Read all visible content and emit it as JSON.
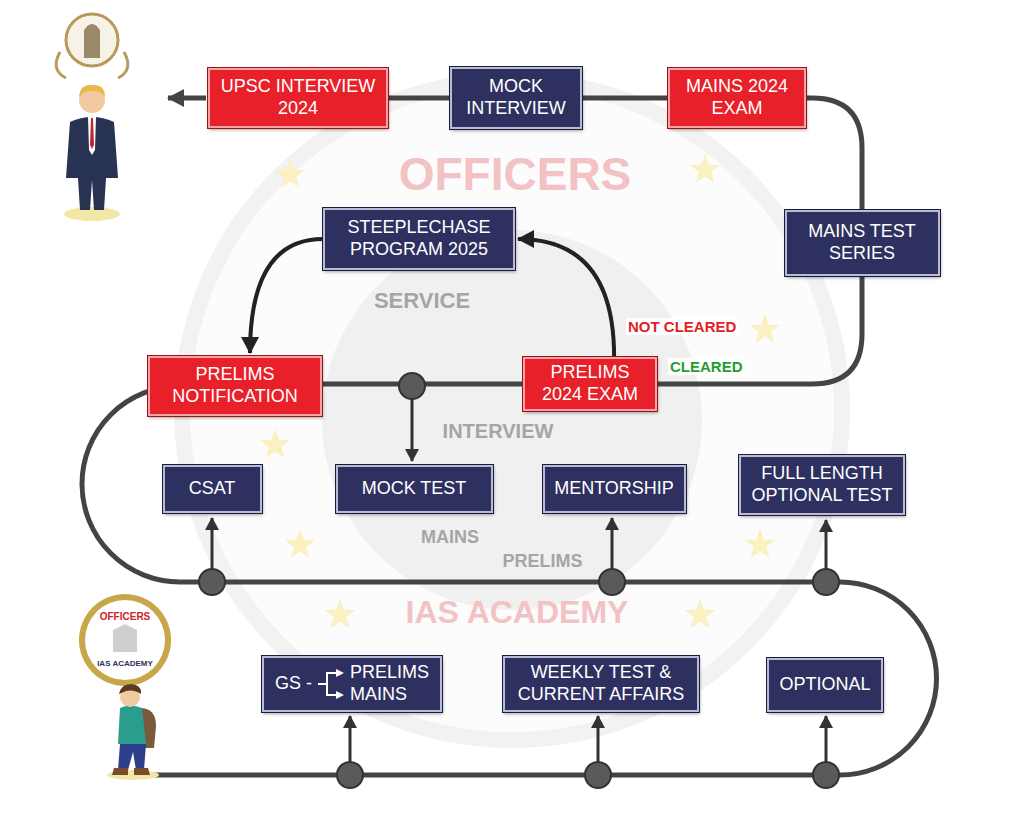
{
  "diagram": {
    "nodes": [
      {
        "text": [
          "UPSC INTERVIEW 2024"
        ]
      },
      {
        "text": [
          "MOCK INTERVIEW"
        ]
      },
      {
        "text": [
          "MAINS 2024 EXAM"
        ]
      },
      {
        "text": [
          "STEEPLECHASE PROGRAM 2025"
        ]
      },
      {
        "text": [
          "MAINS TEST SERIES"
        ]
      },
      {
        "text": [
          "PRELIMS NOTIFICATION"
        ]
      },
      {
        "text": [
          "PRELIMS 2024 EXAM"
        ]
      },
      {
        "text": [
          "CSAT"
        ]
      },
      {
        "text": [
          "MOCK TEST"
        ]
      },
      {
        "text": [
          "MENTORSHIP"
        ]
      },
      {
        "text": [
          "FULL LENGTH OPTIONAL TEST"
        ]
      },
      {
        "text": [
          "GS -",
          "PRELIMS",
          "MAINS"
        ]
      },
      {
        "text": [
          "WEEKLY TEST & CURRENT AFFAIRS"
        ]
      },
      {
        "text": [
          "OPTIONAL"
        ]
      }
    ],
    "edges": [
      {
        "from": 5,
        "to": 6,
        "arrow": "none"
      },
      {
        "from": 6,
        "to": 3,
        "label": "NOT CLEARED",
        "arrow": "to"
      },
      {
        "from": 3,
        "to": 5,
        "arrow": "to"
      },
      {
        "from": 6,
        "to": 4,
        "label": "CLEARED",
        "arrow": "none"
      },
      {
        "from": 4,
        "to": 2,
        "arrow": "none"
      },
      {
        "from": 2,
        "to": 1,
        "arrow": "none"
      },
      {
        "from": 1,
        "to": 0,
        "arrow": "none"
      }
    ],
    "labels": [
      "OFFICERS",
      "SERVICE",
      "INTERVIEW",
      "MAINS",
      "PRELIMS",
      "IAS ACADEMY",
      "OFFICERS",
      "IAS ACADEMY"
    ]
  }
}
